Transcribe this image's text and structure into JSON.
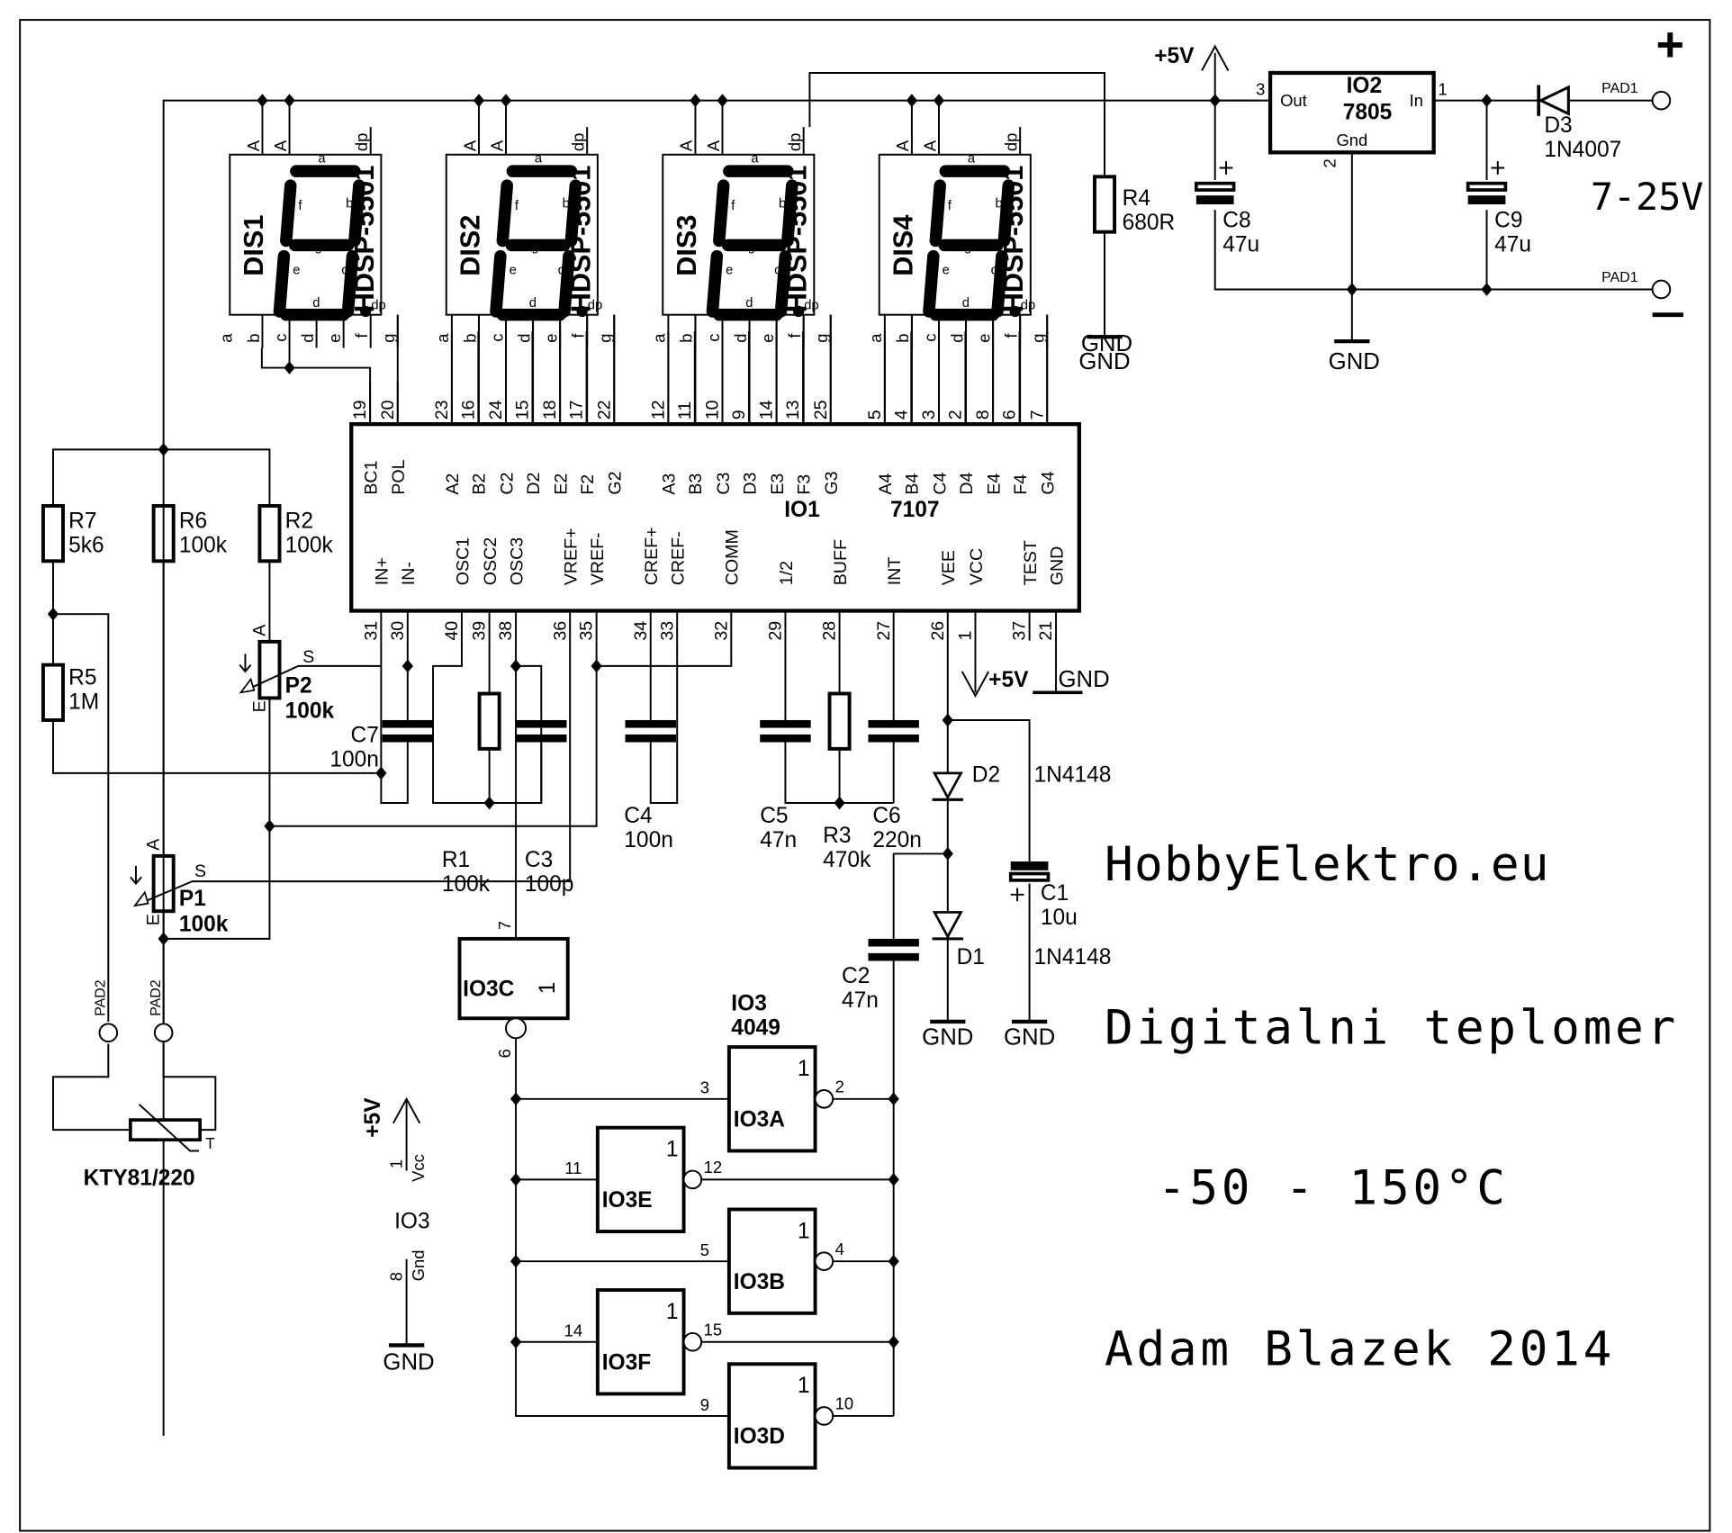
{
  "title_block": {
    "website": "HobbyElektro.eu",
    "title": "Digitalni teplomer",
    "range": "-50 - 150°C",
    "author": "Adam Blazek 2014"
  },
  "power_supply": {
    "regulator": {
      "ref": "IO2",
      "value": "7805",
      "pin_out": "Out",
      "pin_in": "In",
      "pin_gnd": "Gnd",
      "pin_out_num": "3",
      "pin_in_num": "1",
      "pin_gnd_num": "2"
    },
    "diode": {
      "ref": "D3",
      "value": "1N4007"
    },
    "c8": {
      "ref": "C8",
      "value": "47u"
    },
    "c9": {
      "ref": "C9",
      "value": "47u"
    },
    "r4": {
      "ref": "R4",
      "value": "680R"
    },
    "input_voltage": "7-25V",
    "pad_plus": "PAD1",
    "pad_minus": "PAD1",
    "plus_sign": "+",
    "minus_sign": "−",
    "rail_label": "+5V",
    "gnd_label": "GND"
  },
  "displays": [
    {
      "ref": "DIS1",
      "part": "HDSP-5501",
      "bottom_pins": [
        "a",
        "b",
        "c",
        "d",
        "e",
        "f",
        "g"
      ],
      "top_pins": [
        "A",
        "A",
        "dp"
      ]
    },
    {
      "ref": "DIS2",
      "part": "HDSP-5501",
      "bottom_pins": [
        "a",
        "b",
        "c",
        "d",
        "e",
        "f",
        "g"
      ],
      "top_pins": [
        "A",
        "A",
        "dp"
      ]
    },
    {
      "ref": "DIS3",
      "part": "HDSP-5501",
      "bottom_pins": [
        "a",
        "b",
        "c",
        "d",
        "e",
        "f",
        "g"
      ],
      "top_pins": [
        "A",
        "A",
        "dp"
      ]
    },
    {
      "ref": "DIS4",
      "part": "HDSP-5501",
      "bottom_pins": [
        "a",
        "b",
        "c",
        "d",
        "e",
        "f",
        "g"
      ],
      "top_pins": [
        "A",
        "A",
        "dp"
      ]
    }
  ],
  "segment_labels": {
    "a": "a",
    "b": "b",
    "c": "c",
    "d": "d",
    "e": "e",
    "f": "f",
    "g": "g",
    "dp": "dp"
  },
  "adc": {
    "ref": "IO1",
    "value": "7107",
    "top_pins": [
      {
        "num": "19",
        "name": "BC1"
      },
      {
        "num": "20",
        "name": "POL"
      },
      {
        "num": "23",
        "name": "A2"
      },
      {
        "num": "16",
        "name": "B2"
      },
      {
        "num": "24",
        "name": "C2"
      },
      {
        "num": "15",
        "name": "D2"
      },
      {
        "num": "18",
        "name": "E2"
      },
      {
        "num": "17",
        "name": "F2"
      },
      {
        "num": "22",
        "name": "G2"
      },
      {
        "num": "12",
        "name": "A3"
      },
      {
        "num": "11",
        "name": "B3"
      },
      {
        "num": "10",
        "name": "C3"
      },
      {
        "num": "9",
        "name": "D3"
      },
      {
        "num": "14",
        "name": "E3"
      },
      {
        "num": "13",
        "name": "F3"
      },
      {
        "num": "25",
        "name": "G3"
      },
      {
        "num": "5",
        "name": "A4"
      },
      {
        "num": "4",
        "name": "B4"
      },
      {
        "num": "3",
        "name": "C4"
      },
      {
        "num": "2",
        "name": "D4"
      },
      {
        "num": "8",
        "name": "E4"
      },
      {
        "num": "6",
        "name": "F4"
      },
      {
        "num": "7",
        "name": "G4"
      }
    ],
    "bottom_pins": [
      {
        "num": "31",
        "name": "IN+"
      },
      {
        "num": "30",
        "name": "IN-"
      },
      {
        "num": "40",
        "name": "OSC1"
      },
      {
        "num": "39",
        "name": "OSC2"
      },
      {
        "num": "38",
        "name": "OSC3"
      },
      {
        "num": "36",
        "name": "VREF+"
      },
      {
        "num": "35",
        "name": "VREF-"
      },
      {
        "num": "34",
        "name": "CREF+"
      },
      {
        "num": "33",
        "name": "CREF-"
      },
      {
        "num": "32",
        "name": "COMM"
      },
      {
        "num": "29",
        "name": "1/2"
      },
      {
        "num": "28",
        "name": "BUFF"
      },
      {
        "num": "27",
        "name": "INT"
      },
      {
        "num": "26",
        "name": "VEE"
      },
      {
        "num": "1",
        "name": "VCC"
      },
      {
        "num": "37",
        "name": "TEST"
      },
      {
        "num": "21",
        "name": "GND"
      }
    ]
  },
  "passives": {
    "r7": {
      "ref": "R7",
      "value": "5k6"
    },
    "r6": {
      "ref": "R6",
      "value": "100k"
    },
    "r2": {
      "ref": "R2",
      "value": "100k"
    },
    "r5": {
      "ref": "R5",
      "value": "1M"
    },
    "p2": {
      "ref": "P2",
      "value": "100k",
      "pin_a": "A",
      "pin_e": "E",
      "pin_s": "S"
    },
    "p1": {
      "ref": "P1",
      "value": "100k",
      "pin_a": "A",
      "pin_e": "E",
      "pin_s": "S"
    },
    "c7": {
      "ref": "C7",
      "value": "100n"
    },
    "r1": {
      "ref": "R1",
      "value": "100k"
    },
    "c3": {
      "ref": "C3",
      "value": "100p"
    },
    "c4": {
      "ref": "C4",
      "value": "100n"
    },
    "c5": {
      "ref": "C5",
      "value": "47n"
    },
    "r3": {
      "ref": "R3",
      "value": "470k"
    },
    "c6": {
      "ref": "C6",
      "value": "220n"
    },
    "c2": {
      "ref": "C2",
      "value": "47n"
    },
    "c1": {
      "ref": "C1",
      "value": "10u"
    },
    "d2": {
      "ref": "D2",
      "value": "1N4148"
    },
    "d1": {
      "ref": "D1",
      "value": "1N4148"
    }
  },
  "sensor": {
    "part": "KTY81/220",
    "pad_left": "PAD2",
    "pad_right": "PAD2",
    "t_label": "T"
  },
  "inverters": {
    "ref": "IO3",
    "value": "4049",
    "gate_symbol": "1",
    "gates": [
      {
        "name": "IO3C",
        "in": "7",
        "out": "6"
      },
      {
        "name": "IO3A",
        "in": "3",
        "out": "2"
      },
      {
        "name": "IO3E",
        "in": "11",
        "out": "12"
      },
      {
        "name": "IO3B",
        "in": "5",
        "out": "4"
      },
      {
        "name": "IO3F",
        "in": "14",
        "out": "15"
      },
      {
        "name": "IO3D",
        "in": "9",
        "out": "10"
      }
    ],
    "power": {
      "ref": "IO3",
      "vcc_pin": "1",
      "vcc_label": "Vcc",
      "gnd_pin": "8",
      "gnd_label": "Gnd",
      "rail": "+5V",
      "gnd": "GND"
    }
  },
  "rails": {
    "plus5": "+5V",
    "gnd": "GND"
  }
}
